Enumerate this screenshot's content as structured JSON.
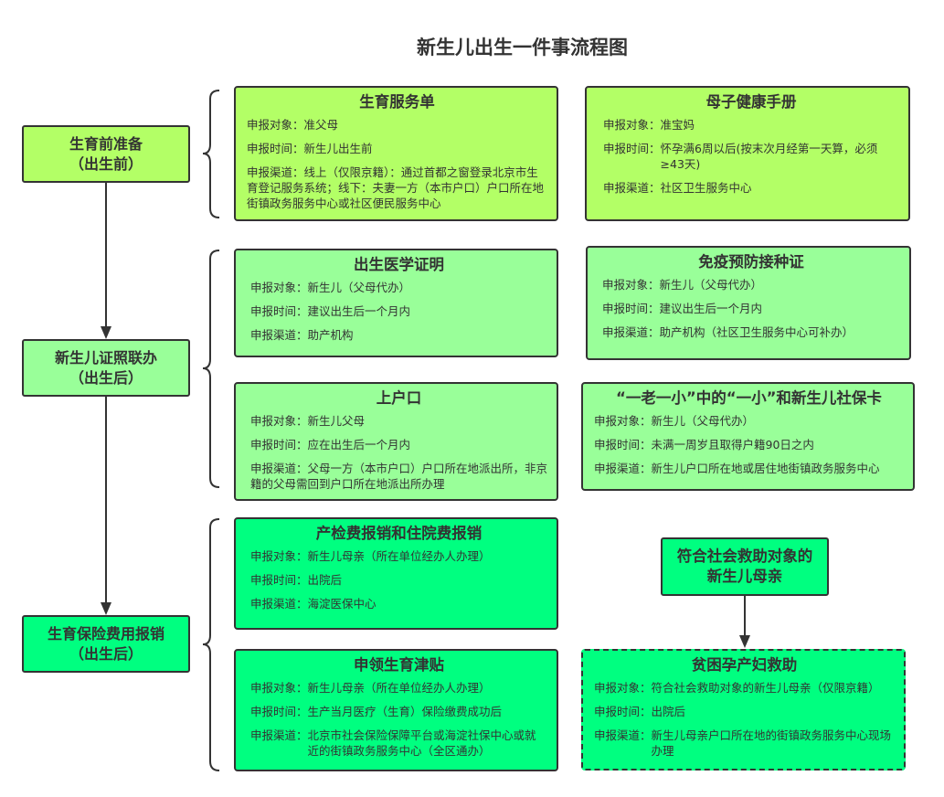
{
  "title": "新生儿出生一件事流程图",
  "stages": [
    {
      "line1": "生育前准备",
      "line2": "（出生前）"
    },
    {
      "line1": "新生儿证照联办",
      "line2": "（出生后）"
    },
    {
      "line1": "生育保险费用报销",
      "line2": "（出生后）"
    }
  ],
  "cards": [
    {
      "title": "生育服务单",
      "rows": [
        {
          "label": "申报对象：",
          "value": "准父母"
        },
        {
          "label": "申报时间：",
          "value": "新生儿出生前"
        },
        {
          "label": "",
          "value": "申报渠道：线上（仅限京籍）：通过首都之窗登录北京市生育登记服务系统；线下：夫妻一方（本市户口）户口所在地街镇政务服务中心或社区便民服务中心"
        }
      ]
    },
    {
      "title": "母子健康手册",
      "rows": [
        {
          "label": "申报对象：",
          "value": "准宝妈"
        },
        {
          "label": "申报时间：",
          "value": "怀孕满6周以后(按末次月经第一天算，必须≥43天)"
        },
        {
          "label": "申报渠道：",
          "value": "社区卫生服务中心"
        }
      ]
    },
    {
      "title": "出生医学证明",
      "rows": [
        {
          "label": "申报对象：",
          "value": "新生儿（父母代办）"
        },
        {
          "label": "申报时间：",
          "value": "建议出生后一个月内"
        },
        {
          "label": "申报渠道：",
          "value": "助产机构"
        }
      ]
    },
    {
      "title": "免疫预防接种证",
      "rows": [
        {
          "label": "申报对象：",
          "value": "新生儿（父母代办）"
        },
        {
          "label": "申报时间：",
          "value": "建议出生后一个月内"
        },
        {
          "label": "申报渠道：",
          "value": "助产机构（社区卫生服务中心可补办）"
        }
      ]
    },
    {
      "title": "上户口",
      "rows": [
        {
          "label": "申报对象：",
          "value": "新生儿父母"
        },
        {
          "label": "申报时间：",
          "value": "应在出生后一个月内"
        },
        {
          "label": "",
          "value": "申报渠道：父母一方（本市户口）户口所在地派出所，非京籍的父母需回到户口所在地派出所办理"
        }
      ]
    },
    {
      "title": "“一老一小”中的“一小”和新生儿社保卡",
      "rows": [
        {
          "label": "申报对象：",
          "value": "新生儿（父母代办）"
        },
        {
          "label": "申报时间：",
          "value": "未满一周岁且取得户籍90日之内"
        },
        {
          "label": "申报渠道：",
          "value": "新生儿户口所在地或居住地街镇政务服务中心"
        }
      ]
    },
    {
      "title": "产检费报销和住院费报销",
      "rows": [
        {
          "label": "申报对象：",
          "value": "新生儿母亲（所在单位经办人办理）"
        },
        {
          "label": "申报时间：",
          "value": "出院后"
        },
        {
          "label": "申报渠道：",
          "value": "海淀医保中心"
        }
      ]
    },
    {
      "title": "申领生育津贴",
      "rows": [
        {
          "label": "申报对象：",
          "value": "新生儿母亲（所在单位经办人办理）"
        },
        {
          "label": "申报时间：",
          "value": "生产当月医疗（生育）保险缴费成功后"
        },
        {
          "label": "申报渠道：",
          "value": "北京市社会保险保障平台或海淀社保中心或就近的街镇政务服务中心（全区通办）"
        }
      ]
    },
    {
      "title": "贫困孕产妇救助",
      "rows": [
        {
          "label": "申报对象：",
          "value": "符合社会救助对象的新生儿母亲（仅限京籍）"
        },
        {
          "label": "申报时间：",
          "value": "出院后"
        },
        {
          "label": "申报渠道：",
          "value": "新生儿母亲户口所在地的街镇政务服务中心现场办理"
        }
      ]
    }
  ],
  "eligibility": {
    "line1": "符合社会救助对象的",
    "line2": "新生儿母亲"
  },
  "colors": {
    "prenatal": "#b3ff66",
    "certificates": "#99ff99",
    "insurance": "#00ff80",
    "border": "#333333"
  }
}
